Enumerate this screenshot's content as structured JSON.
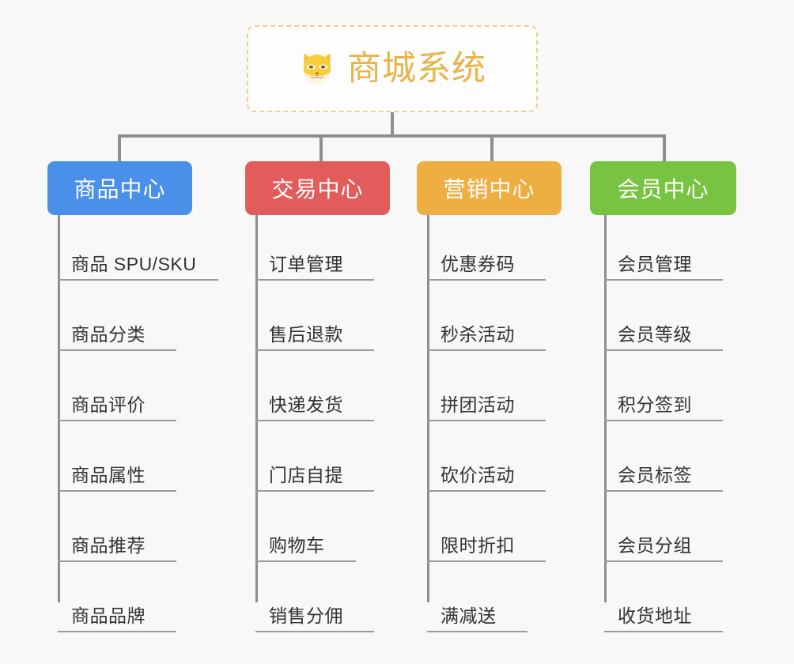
{
  "page": {
    "background_color": "#f8f8f8",
    "type": "mindmap"
  },
  "root": {
    "title": "商城系统",
    "icon": "shiba-dog-face-icon",
    "text_color": "#e8b447",
    "border_color": "#f0cf8c",
    "background_color": "#fdfdfd"
  },
  "branches": [
    {
      "id": "product-center",
      "label": "商品中心",
      "color": "#4a90e8",
      "leaves": [
        {
          "label": "商品 SPU/SKU"
        },
        {
          "label": "商品分类"
        },
        {
          "label": "商品评价"
        },
        {
          "label": "商品属性"
        },
        {
          "label": "商品推荐"
        },
        {
          "label": "商品品牌"
        }
      ]
    },
    {
      "id": "trade-center",
      "label": "交易中心",
      "color": "#e25c5c",
      "leaves": [
        {
          "label": "订单管理"
        },
        {
          "label": "售后退款"
        },
        {
          "label": "快递发货"
        },
        {
          "label": "门店自提"
        },
        {
          "label": "购物车"
        },
        {
          "label": "销售分佣"
        }
      ]
    },
    {
      "id": "marketing-center",
      "label": "营销中心",
      "color": "#eeae41",
      "leaves": [
        {
          "label": "优惠券码"
        },
        {
          "label": "秒杀活动"
        },
        {
          "label": "拼团活动"
        },
        {
          "label": "砍价活动"
        },
        {
          "label": "限时折扣"
        },
        {
          "label": "满减送"
        }
      ]
    },
    {
      "id": "member-center",
      "label": "会员中心",
      "color": "#78c442",
      "leaves": [
        {
          "label": "会员管理"
        },
        {
          "label": "会员等级"
        },
        {
          "label": "积分签到"
        },
        {
          "label": "会员标签"
        },
        {
          "label": "会员分组"
        },
        {
          "label": "收货地址"
        }
      ]
    }
  ],
  "connector_color": "#8e8e8e",
  "leaf_text_color": "#333333",
  "leaf_underline_color": "#9a9a9a"
}
